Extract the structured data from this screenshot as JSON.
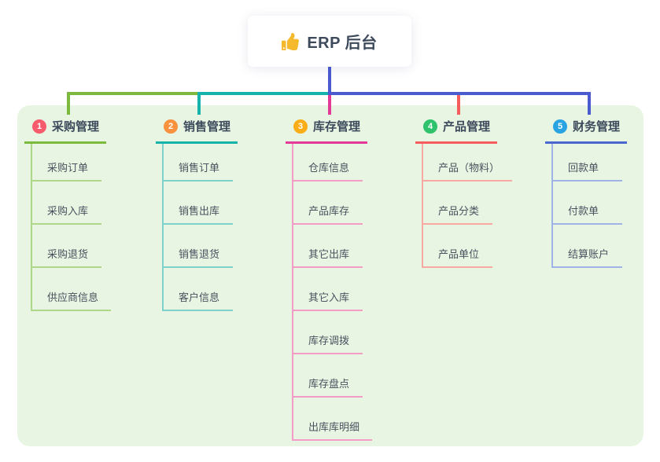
{
  "root": {
    "title": "ERP 后台",
    "icon": "thumbs-up-icon"
  },
  "branches": [
    {
      "number": "1",
      "title": "采购管理",
      "color": "#7cba3d",
      "light": "#aed887",
      "badge": "#f75b6c",
      "items": [
        "采购订单",
        "采购入库",
        "采购退货",
        "供应商信息"
      ]
    },
    {
      "number": "2",
      "title": "销售管理",
      "color": "#16b3ab",
      "light": "#7fd2cc",
      "badge": "#f9923e",
      "items": [
        "销售订单",
        "销售出库",
        "销售退货",
        "客户信息"
      ]
    },
    {
      "number": "3",
      "title": "库存管理",
      "color": "#e23a96",
      "light": "#f29cc7",
      "badge": "#fbad18",
      "items": [
        "仓库信息",
        "产品库存",
        "其它出库",
        "其它入库",
        "库存调拨",
        "库存盘点",
        "出库库明细"
      ]
    },
    {
      "number": "4",
      "title": "产品管理",
      "color": "#f55d5d",
      "light": "#f8a9a4",
      "badge": "#2dc26b",
      "items": [
        "产品（物料）",
        "产品分类",
        "产品单位"
      ]
    },
    {
      "number": "5",
      "title": "财务管理",
      "color": "#4a66cf",
      "light": "#9fb3e6",
      "badge": "#2aa3e3",
      "items": [
        "回款单",
        "付款单",
        "结算账户"
      ]
    }
  ],
  "colors": {
    "panel_bg": "#e7f5e2",
    "connector_blue": "#4a5bd0",
    "root_text_color": "#3d4a5c",
    "thumb_yellow": "#f5b92e"
  }
}
